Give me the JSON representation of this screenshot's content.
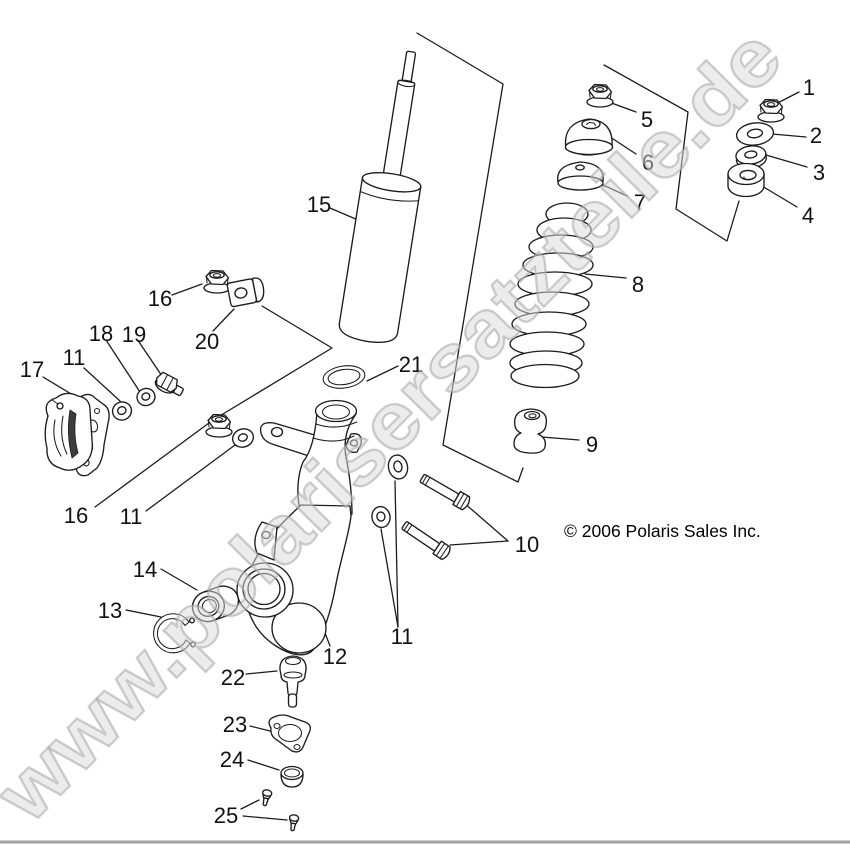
{
  "watermark": {
    "text": "www.polarisersatzteile.de"
  },
  "copyright": {
    "text": "© 2006 Polaris Sales Inc."
  },
  "callouts": {
    "n1": "1",
    "n2": "2",
    "n3": "3",
    "n4": "4",
    "n5": "5",
    "n6": "6",
    "n7": "7",
    "n8": "8",
    "n9": "9",
    "n10": "10",
    "n11a": "11",
    "n11b": "11",
    "n11c": "11",
    "n12": "12",
    "n13": "13",
    "n14": "14",
    "n15": "15",
    "n16a": "16",
    "n16b": "16",
    "n17": "17",
    "n18": "18",
    "n19": "19",
    "n20": "20",
    "n21": "21",
    "n22": "22",
    "n23": "23",
    "n24": "24",
    "n25": "25"
  },
  "colors": {
    "line": "#1c1c1c",
    "label": "#111111",
    "watermark_fill": "#d9d9d9",
    "watermark_stroke": "#a5a5a5",
    "bottom_rule": "#8f8f8f",
    "background": "#ffffff"
  }
}
